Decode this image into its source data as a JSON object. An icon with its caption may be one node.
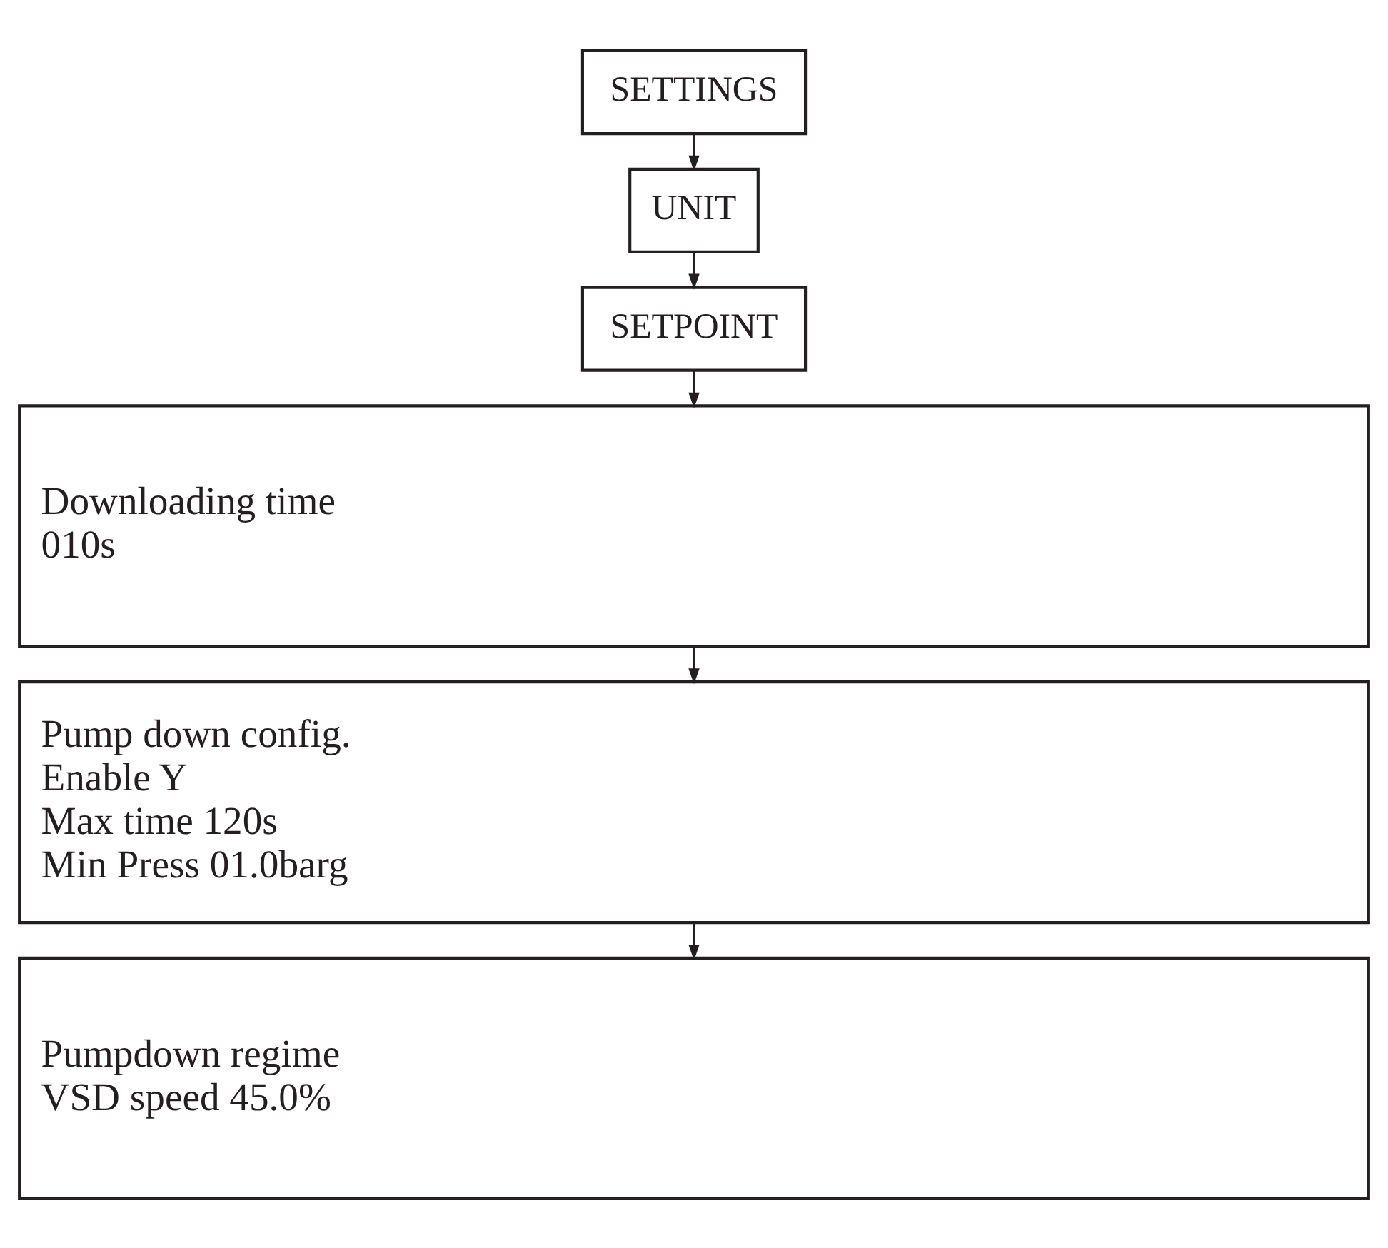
{
  "diagram": {
    "nodes": [
      {
        "text": [
          "SETTINGS"
        ]
      },
      {
        "text": [
          "UNIT"
        ]
      },
      {
        "text": [
          "SETPOINT"
        ]
      },
      {
        "text": [
          "Downloading time",
          "010s"
        ]
      },
      {
        "text": [
          "Pump down config.",
          "Enable Y",
          "Max time 120s",
          "Min Press 01.0barg"
        ]
      },
      {
        "text": [
          "Pumpdown regime",
          "VSD speed 45.0%"
        ]
      }
    ],
    "edges": [
      {
        "from": 0,
        "to": 1,
        "arrow": "to"
      },
      {
        "from": 1,
        "to": 2,
        "arrow": "to"
      },
      {
        "from": 2,
        "to": 3,
        "arrow": "to"
      },
      {
        "from": 3,
        "to": 4,
        "arrow": "to"
      },
      {
        "from": 4,
        "to": 5,
        "arrow": "to"
      }
    ]
  }
}
